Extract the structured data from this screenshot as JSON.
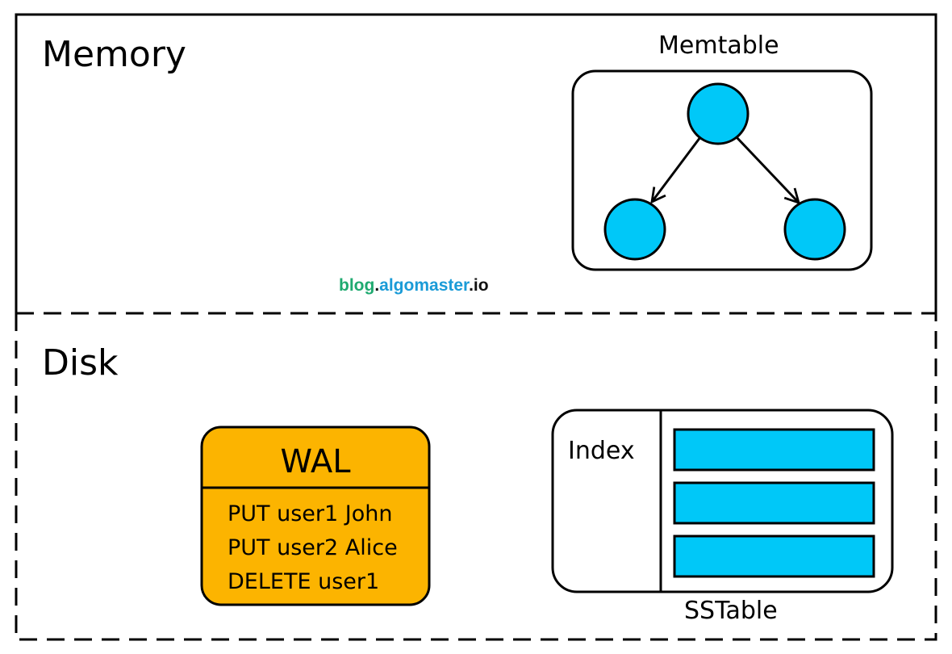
{
  "memory": {
    "title": "Memory",
    "memtable": {
      "caption": "Memtable",
      "tree": {
        "root": "node",
        "children": [
          "node",
          "node"
        ]
      }
    }
  },
  "disk": {
    "title": "Disk",
    "wal": {
      "title": "WAL",
      "entries": [
        "PUT user1 John",
        "PUT user2 Alice",
        "DELETE user1"
      ]
    },
    "sstable": {
      "caption": "SSTable",
      "index_label": "Index",
      "blocks": 3
    }
  },
  "watermark": {
    "part1": "blog",
    "dot1": ".",
    "part2": "algomaster",
    "dot2": ".",
    "part3": "io"
  },
  "colors": {
    "node_fill": "#00c8f8",
    "wal_fill": "#fcb400",
    "block_fill": "#00c8f8",
    "stroke": "#000000"
  }
}
